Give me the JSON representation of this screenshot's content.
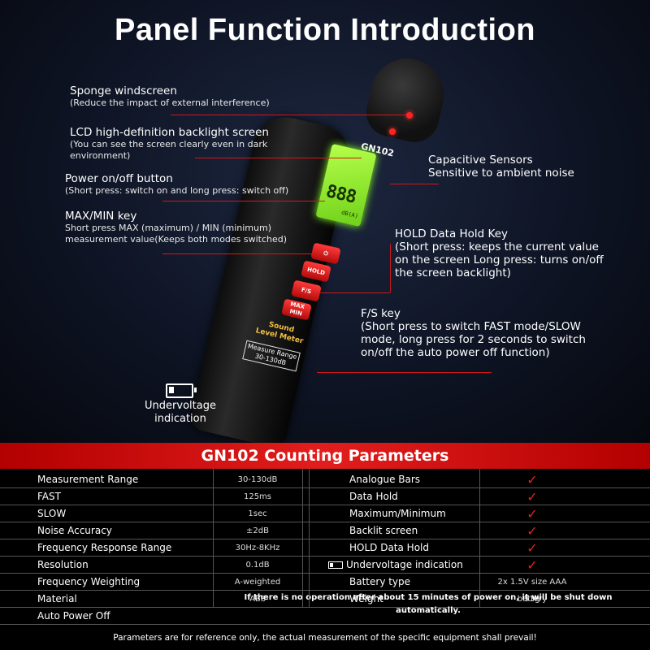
{
  "title": "Panel Function Introduction",
  "labels": {
    "sponge": {
      "heading": "Sponge windscreen",
      "desc": "(Reduce the impact of external interference)"
    },
    "lcd": {
      "heading": "LCD high-definition backlight screen",
      "desc": "(You can see the screen clearly even in dark environment)"
    },
    "power": {
      "heading": "Power on/off button",
      "desc": "(Short press: switch on and long press: switch off)"
    },
    "maxmin": {
      "heading": "MAX/MIN key",
      "desc": "Short press MAX (maximum) / MIN (minimum) measurement value(Keeps both modes switched)"
    },
    "capacitive": {
      "heading": "Capacitive Sensors",
      "desc": "Sensitive to ambient noise"
    },
    "hold": {
      "heading": "HOLD Data Hold Key",
      "desc": "(Short press: keeps the current value on the screen Long press: turns on/off the screen backlight)"
    },
    "fs": {
      "heading": "F/S key",
      "desc": "(Short press to switch FAST mode/SLOW mode, long press for 2 seconds to switch on/off the auto power off function)"
    },
    "undervoltage": "Undervoltage indication"
  },
  "device": {
    "model": "GN102",
    "screen_digits": "888",
    "screen_unit": "dB(A)",
    "plate_line1": "Sound",
    "plate_line2": "Level Meter",
    "range_line1": "Measure Range",
    "range_line2": "30-130dB",
    "btn_power": "⏻",
    "btn_hold": "HOLD",
    "btn_fs": "F/S",
    "btn_maxmin": "MAX MIN"
  },
  "params": {
    "heading": "GN102 Counting Parameters",
    "left": [
      {
        "label": "Measurement Range",
        "value": "30-130dB"
      },
      {
        "label": "FAST",
        "value": "125ms"
      },
      {
        "label": "SLOW",
        "value": "1sec"
      },
      {
        "label": "Noise Accuracy",
        "value": "±2dB"
      },
      {
        "label": "Frequency Response Range",
        "value": "30Hz-8KHz"
      },
      {
        "label": "Resolution",
        "value": "0.1dB"
      },
      {
        "label": "Frequency Weighting",
        "value": "A-weighted"
      },
      {
        "label": "Material",
        "value": "ABS"
      },
      {
        "label": "Auto Power Off",
        "value": ""
      }
    ],
    "right": [
      {
        "label": "Analogue Bars",
        "value": "✓"
      },
      {
        "label": "Data Hold",
        "value": "✓"
      },
      {
        "label": "Maximum/Minimum",
        "value": "✓"
      },
      {
        "label": "Backlit screen",
        "value": "✓"
      },
      {
        "label": "HOLD Data Hold",
        "value": "✓"
      },
      {
        "label": "Undervoltage indication",
        "value": "✓"
      },
      {
        "label": "Battery type",
        "value": "2x 1.5V size AAA battery"
      },
      {
        "label": "Weight",
        "value": "53g"
      }
    ],
    "auto_power_off_note": "If there is no operation after about 15 minutes of power on, it will be shut down automatically.",
    "footer": "Parameters are for reference only, the actual measurement of the specific equipment shall prevail!"
  },
  "colors": {
    "accent_red": "#d01818",
    "check_red": "#e42222",
    "screen_green": "#8cff2a"
  }
}
